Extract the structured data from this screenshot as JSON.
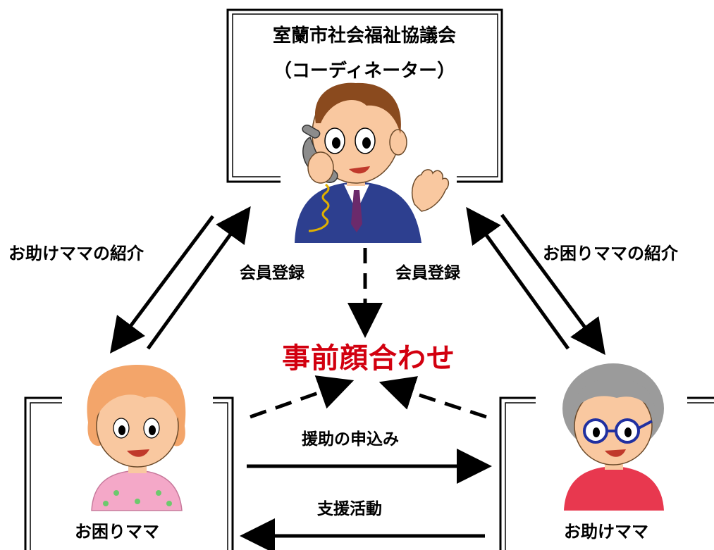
{
  "colors": {
    "line": "#000000",
    "highlight": "#d2000f",
    "suit": "#2d3f8f",
    "skin": "#f9c8a0",
    "client_shirt": "#f4a8c8",
    "helper_shirt": "#e8384f",
    "gray_hair": "#9b9b9b"
  },
  "organization": {
    "line1": "室蘭市社会福祉協議会",
    "line2": "（コーディネーター）",
    "icon": "coordinator-on-phone-icon"
  },
  "arrows": {
    "intro_to_client": "お助けママの紹介",
    "intro_to_helper": "お困りママの紹介",
    "register_left": "会員登録",
    "register_right": "会員登録"
  },
  "center": {
    "meeting": "事前顔合わせ"
  },
  "flows": {
    "request": "援助の申込み",
    "support": "支援活動"
  },
  "client": {
    "name": "お困りママ",
    "icon": "young-mother-icon"
  },
  "helper": {
    "name": "お助けママ",
    "icon": "elderly-woman-icon"
  }
}
